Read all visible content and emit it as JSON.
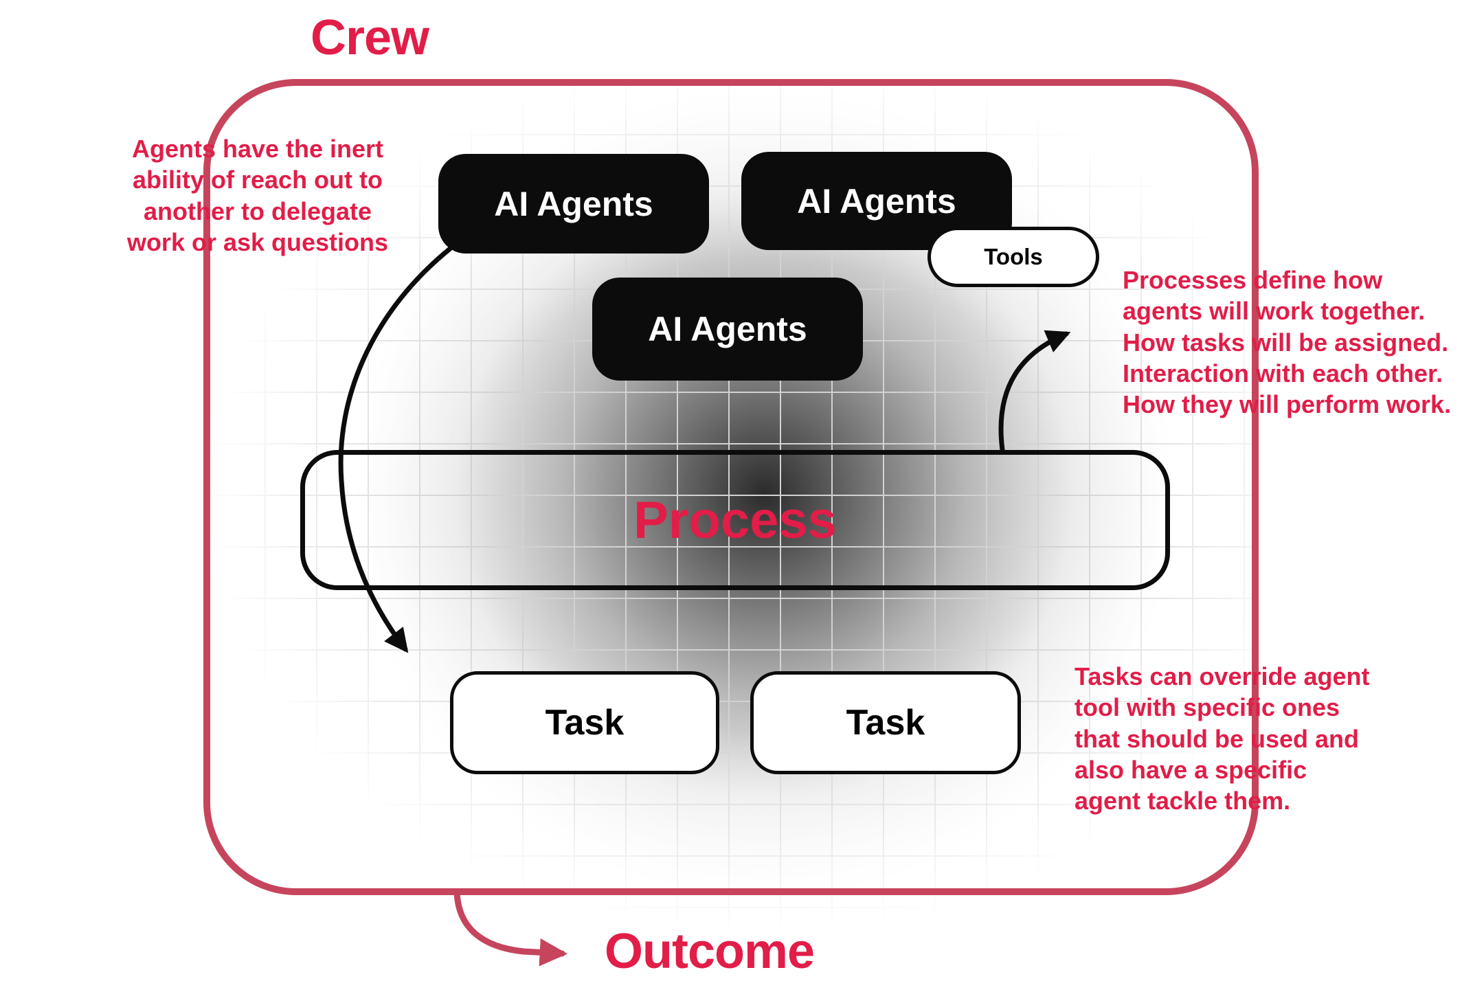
{
  "diagram": {
    "title": "Crew",
    "outcome": "Outcome"
  },
  "nodes": {
    "agent1": {
      "label": "AI Agents"
    },
    "agent2": {
      "label": "AI Agents"
    },
    "agent3": {
      "label": "AI Agents"
    },
    "tools": {
      "label": "Tools"
    },
    "process": {
      "label": "Process"
    },
    "task1": {
      "label": "Task"
    },
    "task2": {
      "label": "Task"
    }
  },
  "annotations": {
    "left": "Agents have the inert\nability of reach out to\nanother to delegate\nwork or ask questions",
    "right_top": "Processes define how\nagents will work together.\nHow tasks will be assigned.\nInteraction with each other.\nHow they will perform work.",
    "right_bottom": "Tasks can override agent\ntool with specific ones\nthat should be used and\nalso have a specific\nagent tackle them."
  },
  "colors": {
    "crimson_text": "#e11d48",
    "crimson_border": "#c6455c",
    "node_black": "#0c0c0c"
  }
}
